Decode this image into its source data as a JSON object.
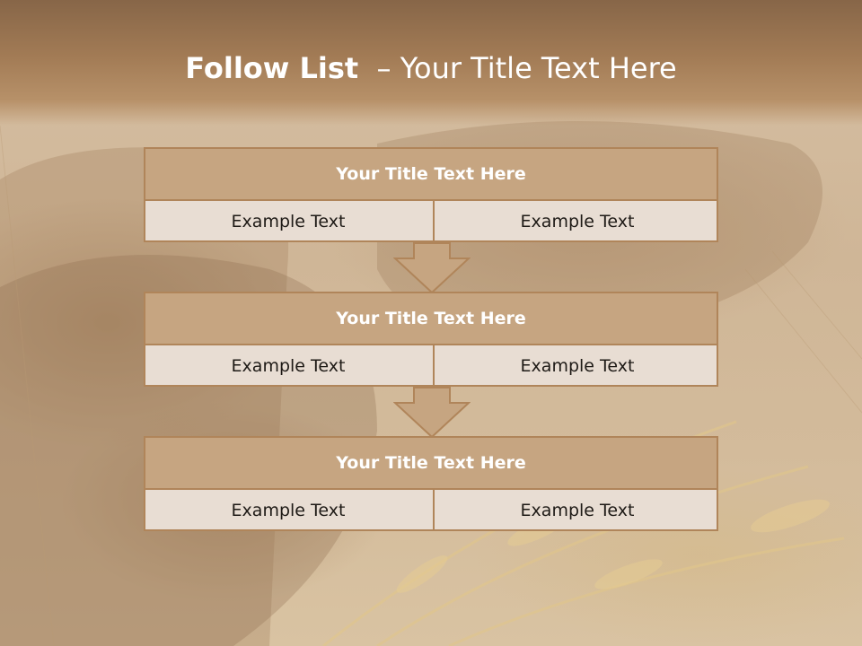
{
  "slide": {
    "title_bold": "Follow List",
    "title_rest": "  – Your Title Text Here",
    "steps": [
      {
        "title": "Your Title Text Here",
        "left": "Example Text",
        "right": "Example Text"
      },
      {
        "title": "Your Title Text Here",
        "left": "Example Text",
        "right": "Example Text"
      },
      {
        "title": "Your Title Text Here",
        "left": "Example Text",
        "right": "Example Text"
      }
    ]
  },
  "colors": {
    "header": "#a27b55",
    "box_title_fill": "#c6a581",
    "box_cell_fill": "#e8ddd3",
    "border": "#b0855a"
  },
  "icons": [
    "down-arrow-icon"
  ]
}
